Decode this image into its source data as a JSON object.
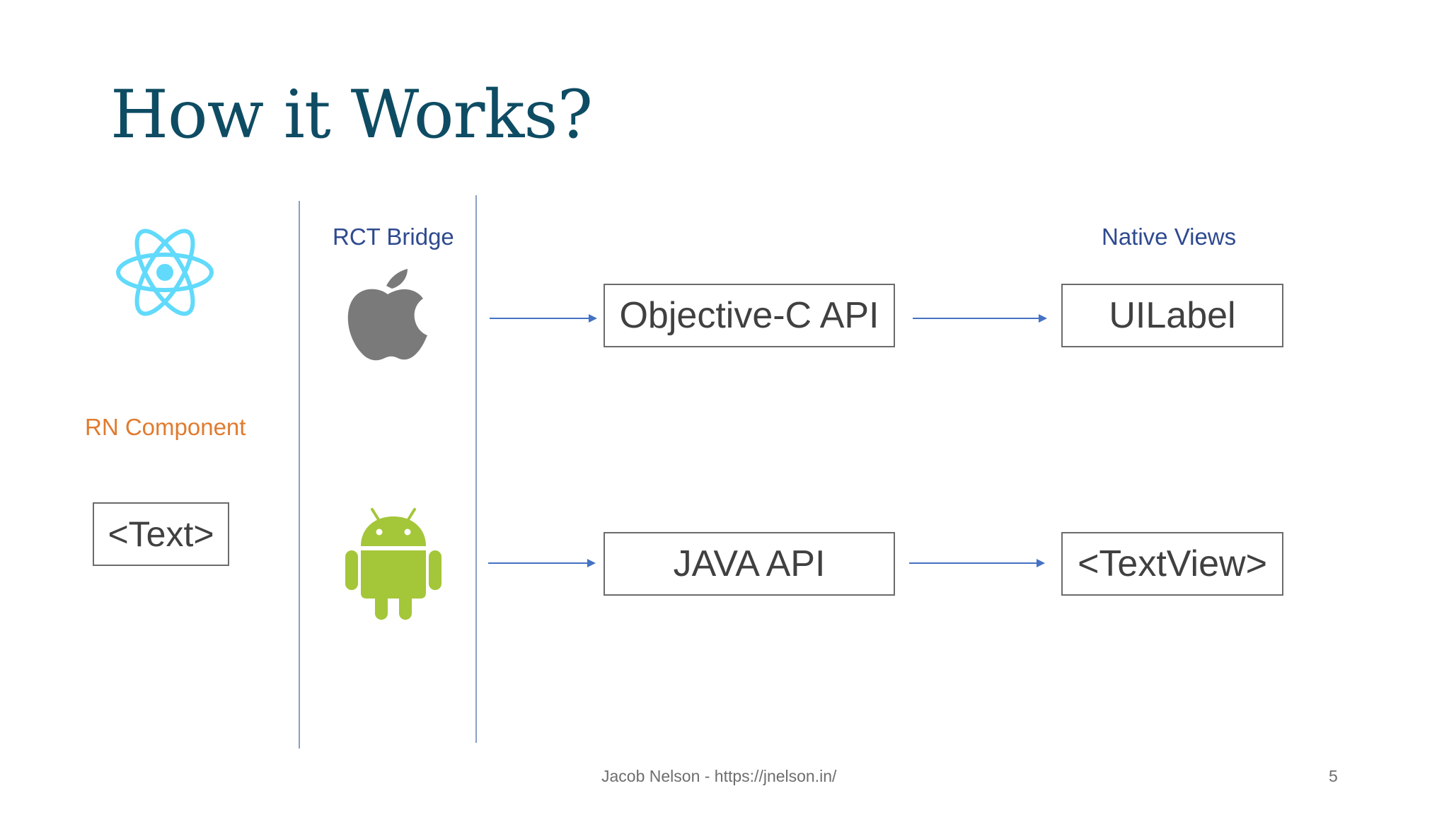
{
  "slide": {
    "title": "How it Works?",
    "columns": {
      "rn_component": "RN Component",
      "bridge": "RCT Bridge",
      "native_views": "Native Views"
    },
    "rn_box": "<Text>",
    "ios": {
      "api": "Objective-C API",
      "view": "UILabel"
    },
    "android": {
      "api": "JAVA API",
      "view": "<TextView>"
    },
    "footer": "Jacob Nelson - https://jnelson.in/",
    "page_number": "5"
  },
  "colors": {
    "title": "#0e4c63",
    "heading": "#2e4a8f",
    "rn_heading": "#e07b2f",
    "react": "#61dafb",
    "apple": "#7a7a7a",
    "android": "#a4c639",
    "arrow": "#4472c4"
  },
  "icons": [
    "react-logo-icon",
    "apple-logo-icon",
    "android-logo-icon",
    "arrow-right-icon"
  ]
}
